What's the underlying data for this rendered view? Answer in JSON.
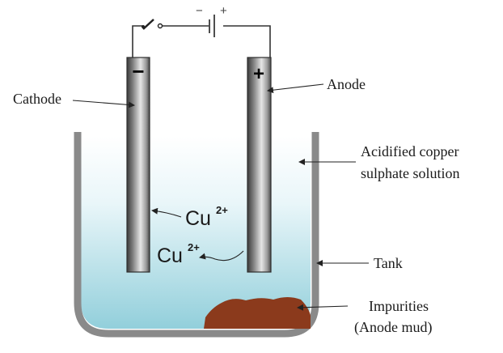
{
  "labels": {
    "cathode": "Cathode",
    "anode": "Anode",
    "solution_line1": "Acidified copper",
    "solution_line2": "sulphate solution",
    "tank": "Tank",
    "impurities_line1": "Impurities",
    "impurities_line2": "(Anode mud)"
  },
  "electrode_signs": {
    "cathode": "−",
    "anode": "+"
  },
  "battery": {
    "minus": "−",
    "plus": "+"
  },
  "ions": {
    "symbol": "Cu",
    "charge": "2+"
  },
  "colors": {
    "solution_top": "#ffffff",
    "solution_bottom": "#92cfdb",
    "tank_wall": "#8a8a8a",
    "electrode_dark": "#3a3a3a",
    "electrode_light": "#e6e6e6",
    "anode_mud": "#8b3a1c"
  }
}
